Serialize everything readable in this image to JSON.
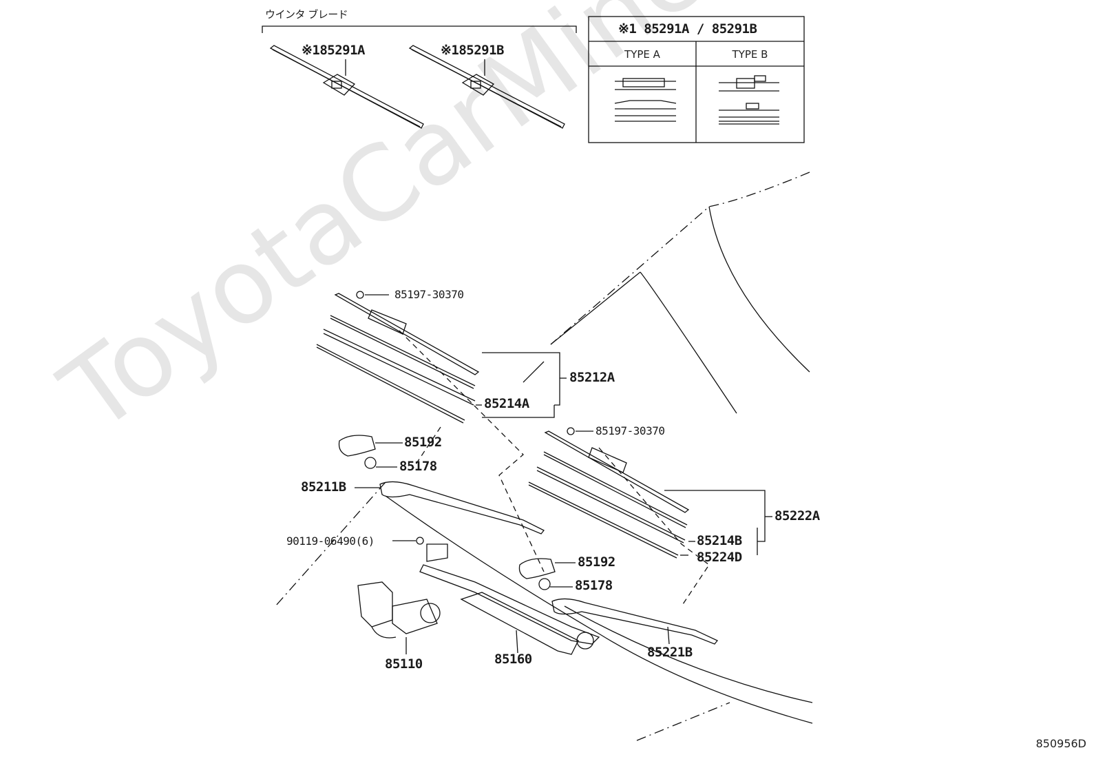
{
  "watermark": "ToyotaCarMine.ru",
  "section_title": "ウインタ ブレード",
  "blades": {
    "a": "85291A",
    "b": "85291B",
    "note_mark": "※1"
  },
  "type_table": {
    "header": "※1 85291A / 85291B",
    "col_a": "TYPE A",
    "col_b": "TYPE B"
  },
  "parts": {
    "p85197_left": "85197-30370",
    "p85212A": "85212A",
    "p85214A": "85214A",
    "p85192_left": "85192",
    "p85178_left": "85178",
    "p85211B": "85211B",
    "p90119": "90119-06490(6)",
    "p85110": "85110",
    "p85160": "85160",
    "p85197_right": "85197-30370",
    "p85222A": "85222A",
    "p85214B": "85214B",
    "p85224D": "85224D",
    "p85192_right": "85192",
    "p85178_right": "85178",
    "p85221B": "85221B"
  },
  "diagram_code": "850956D"
}
